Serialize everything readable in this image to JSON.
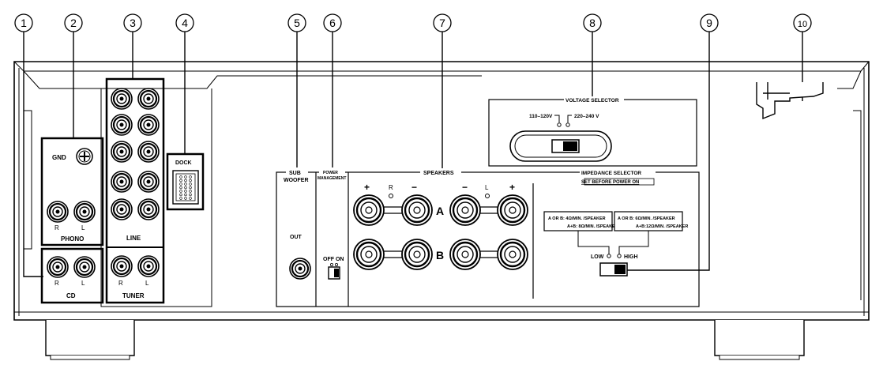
{
  "callouts": [
    "1",
    "2",
    "3",
    "4",
    "5",
    "6",
    "7",
    "8",
    "9",
    "10"
  ],
  "labels": {
    "gnd": "GND",
    "phono": "PHONO",
    "cd": "CD",
    "line": "LINE",
    "tuner": "TUNER",
    "dock": "DOCK",
    "sub_woofer_1": "SUB",
    "sub_woofer_2": "WOOFER",
    "out": "OUT",
    "power_mgmt_1": "POWER",
    "power_mgmt_2": "MANAGEMENT",
    "off_on": "OFF ON",
    "speakers": "SPEAKERS",
    "voltage_selector": "VOLTAGE SELECTOR",
    "v110": "110–120V",
    "v220": "220–240 V",
    "impedance_selector": "IMPEDANCE SELECTOR",
    "set_before": "SET BEFORE POWER ON",
    "low_text_1": "A OR B: 4Ω/MIN. /SPEAKER",
    "low_text_2": "A+B: 8Ω/MIN. /SPEAKER",
    "high_text_1": "A OR B: 6Ω/MIN. /SPEAKER",
    "high_text_2": "A+B:12Ω/MIN. /SPEAKER",
    "low": "LOW",
    "high": "HIGH",
    "spk_a": "A",
    "spk_b": "B",
    "plus": "+",
    "minus": "−",
    "right_mark": "R",
    "left_mark": "L"
  }
}
